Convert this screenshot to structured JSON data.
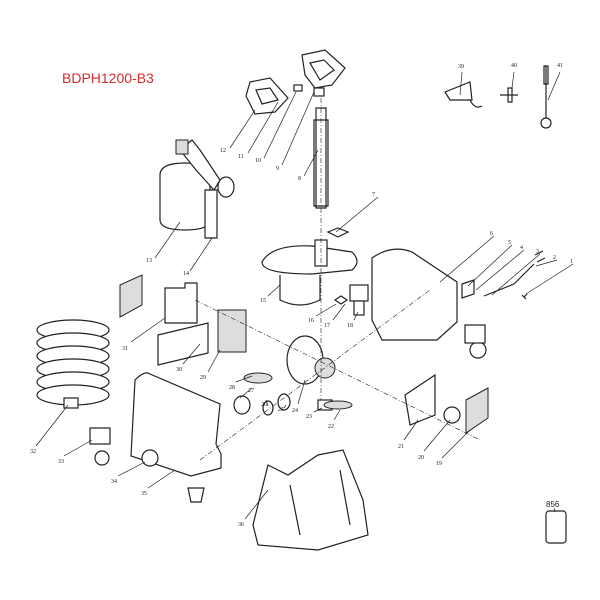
{
  "model": "BDPH1200-B3",
  "parts": [
    {
      "id": "1"
    },
    {
      "id": "2"
    },
    {
      "id": "3"
    },
    {
      "id": "4"
    },
    {
      "id": "5"
    },
    {
      "id": "6"
    },
    {
      "id": "7"
    },
    {
      "id": "8"
    },
    {
      "id": "9"
    },
    {
      "id": "10"
    },
    {
      "id": "11"
    },
    {
      "id": "12"
    },
    {
      "id": "13"
    },
    {
      "id": "14"
    },
    {
      "id": "15"
    },
    {
      "id": "16"
    },
    {
      "id": "17"
    },
    {
      "id": "18"
    },
    {
      "id": "19"
    },
    {
      "id": "20"
    },
    {
      "id": "21"
    },
    {
      "id": "22"
    },
    {
      "id": "23"
    },
    {
      "id": "24"
    },
    {
      "id": "25"
    },
    {
      "id": "26"
    },
    {
      "id": "27"
    },
    {
      "id": "28"
    },
    {
      "id": "29"
    },
    {
      "id": "30"
    },
    {
      "id": "31"
    },
    {
      "id": "32"
    },
    {
      "id": "33"
    },
    {
      "id": "34"
    },
    {
      "id": "35"
    },
    {
      "id": "36"
    },
    {
      "id": "39"
    },
    {
      "id": "40"
    },
    {
      "id": "41"
    },
    {
      "id": "856"
    }
  ]
}
